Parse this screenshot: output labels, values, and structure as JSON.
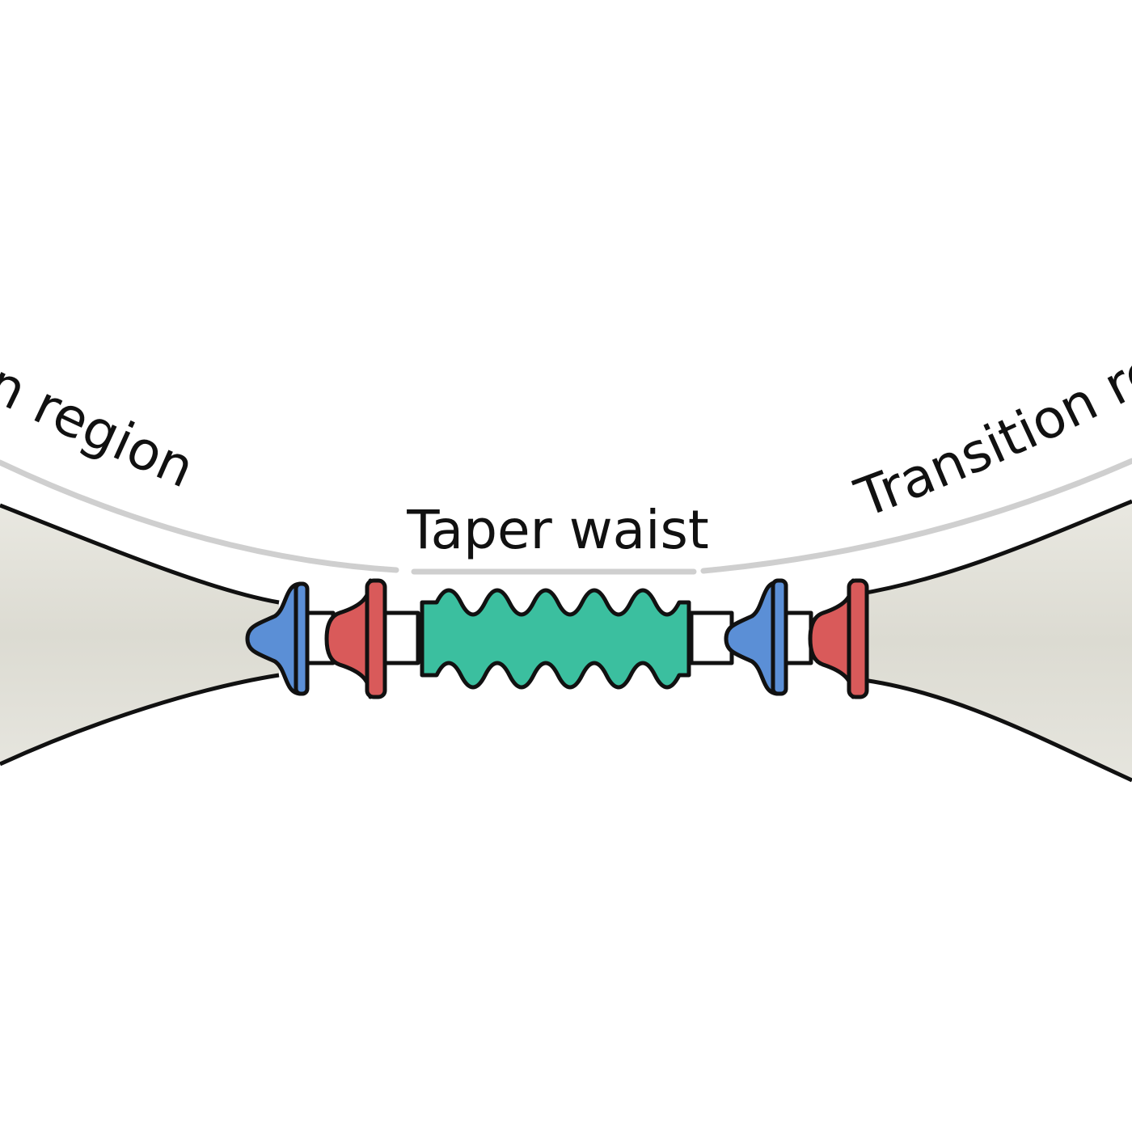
{
  "diagram": {
    "labels": {
      "left_region": "ion region",
      "waist": "Taper waist",
      "right_region": "Transition re"
    },
    "colors": {
      "fiber_fill": "#deddd5",
      "fiber_outline": "#111111",
      "bracket": "#cfcfcf",
      "blue_element": "#5b8fd6",
      "red_element": "#d95a5a",
      "teal_wave": "#3bbf9f",
      "connector": "#ffffff"
    }
  }
}
